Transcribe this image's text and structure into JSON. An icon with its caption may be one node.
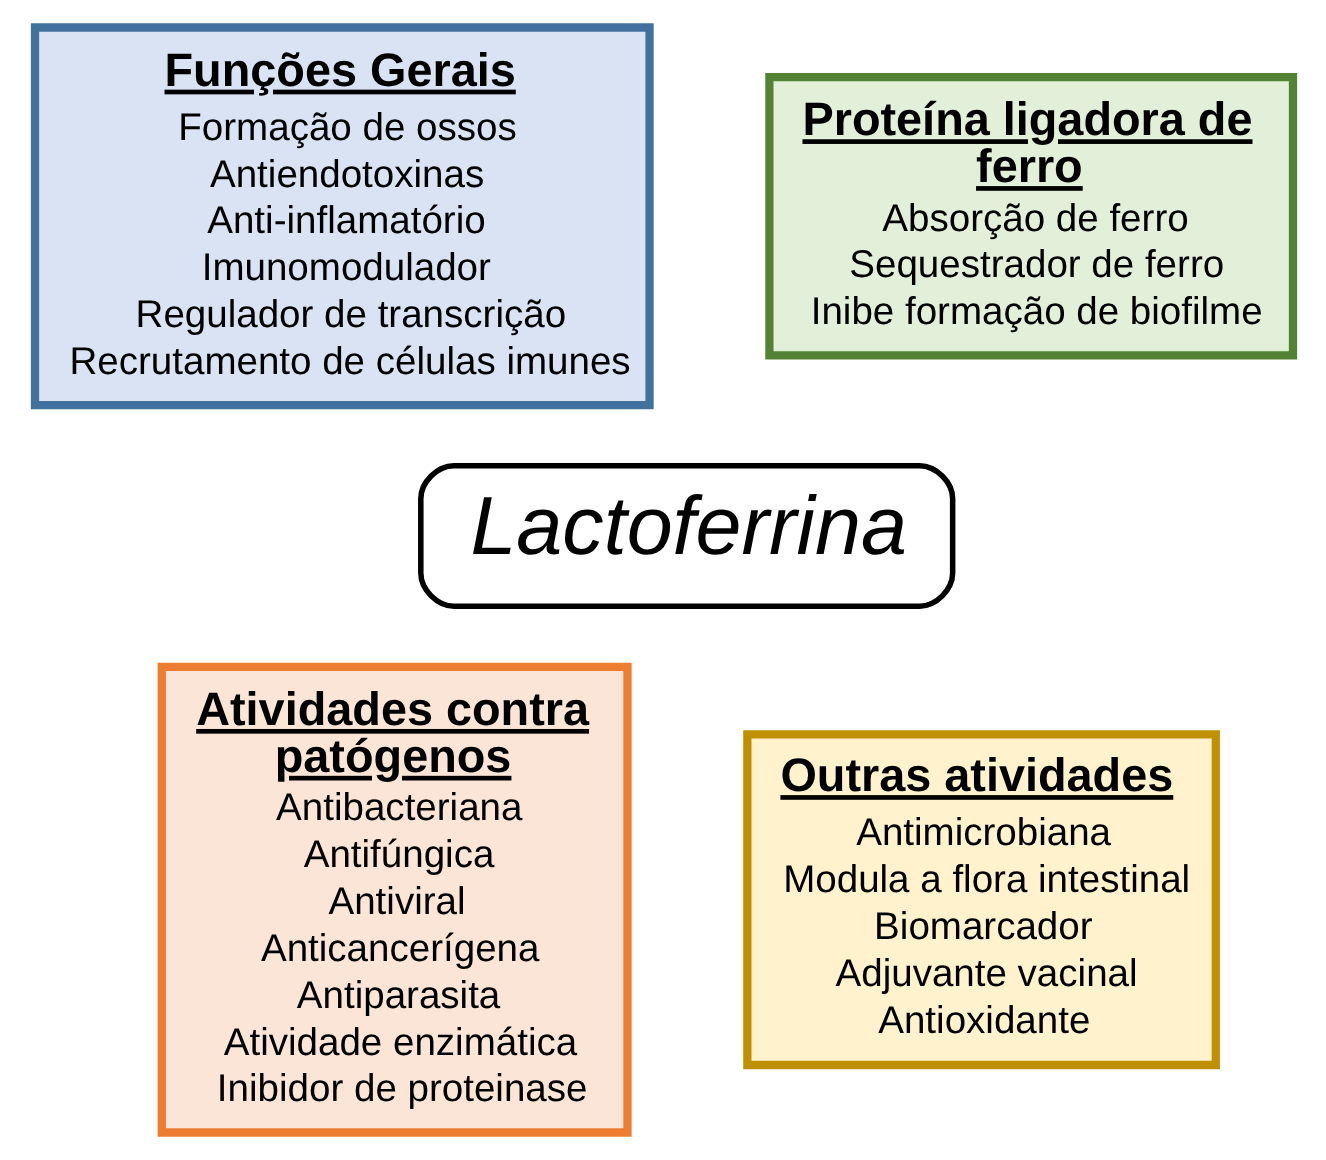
{
  "diagram": {
    "nodes": [
      {
        "text": [
          "Funções Gerais",
          "Formação de ossos",
          "Antiendotoxinas",
          "Anti-inflamatório",
          "Imunomodulador",
          "Regulador de transcrição",
          "Recrutamento de células imunes"
        ]
      },
      {
        "text": [
          "Proteína ligadora de ferro",
          "Absorção de ferro",
          "Sequestrador de ferro",
          "Inibe formação de biofilme"
        ]
      },
      {
        "text": [
          "Lactoferrina"
        ]
      },
      {
        "text": [
          "Atividades contra patógenos",
          "Antibacteriana",
          "Antifúngica",
          "Antiviral",
          "Anticancerígena",
          "Antiparasita",
          "Atividade enzimática",
          "Inibidor de proteinase"
        ]
      },
      {
        "text": [
          "Outras atividades",
          "Antimicrobiana",
          "Modula a flora intestinal",
          "Biomarcador",
          "Adjuvante vacinal",
          "Antioxidante"
        ]
      }
    ]
  }
}
